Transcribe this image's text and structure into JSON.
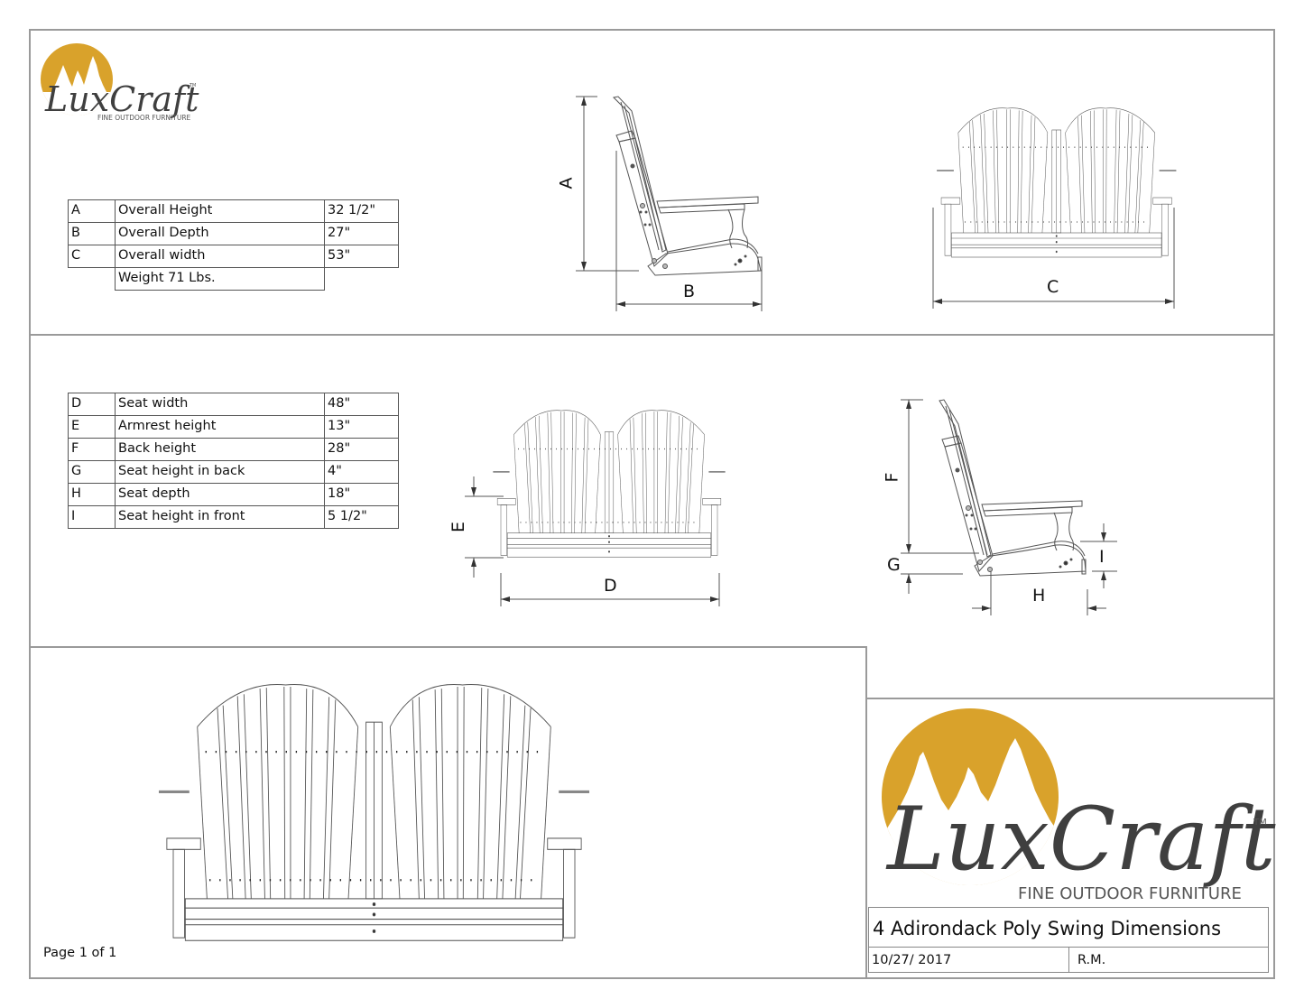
{
  "brand": {
    "name": "LuxCraft",
    "tagline": "FINE OUTDOOR FURNITURE",
    "trademark": "TM",
    "logo_color": "#d9a22b",
    "text_color": "#3f3f3f"
  },
  "overall_table": {
    "rows": [
      {
        "key": "A",
        "label": "Overall Height",
        "value": "32 1/2\""
      },
      {
        "key": "B",
        "label": "Overall Depth",
        "value": "27\""
      },
      {
        "key": "C",
        "label": "Overall width",
        "value": "53\""
      }
    ],
    "weight": "Weight 71 Lbs."
  },
  "detail_table": {
    "rows": [
      {
        "key": "D",
        "label": "Seat width",
        "value": "48\""
      },
      {
        "key": "E",
        "label": "Armrest height",
        "value": "13\""
      },
      {
        "key": "F",
        "label": "Back height",
        "value": "28\""
      },
      {
        "key": "G",
        "label": "Seat height in back",
        "value": "4\""
      },
      {
        "key": "H",
        "label": "Seat depth",
        "value": "18\""
      },
      {
        "key": "I",
        "label": "Seat height in front",
        "value": "5 1/2\""
      }
    ]
  },
  "dimension_labels": {
    "A": "A",
    "B": "B",
    "C": "C",
    "D": "D",
    "E": "E",
    "F": "F",
    "G": "G",
    "H": "H",
    "I": "I"
  },
  "views": {
    "side_view_top": "side-view",
    "front_view_top": "front-view",
    "front_view_middle": "front-view",
    "side_view_middle": "side-view",
    "front_view_large": "front-view"
  },
  "footer": {
    "page": "Page 1 of 1"
  },
  "title_block": {
    "title": "4 Adirondack Poly Swing Dimensions",
    "date": "10/27/ 2017",
    "author": "R.M."
  }
}
